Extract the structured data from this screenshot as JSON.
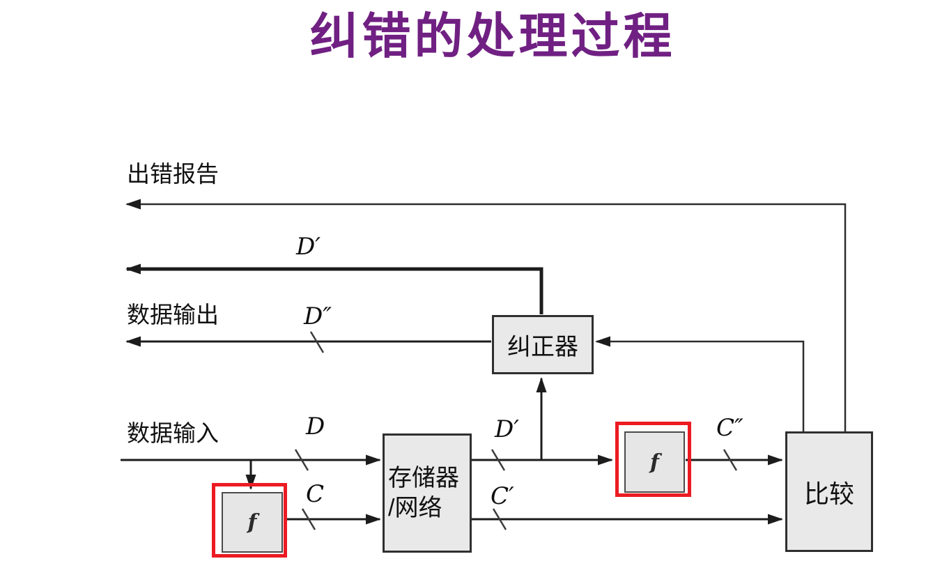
{
  "title": "纠错的处理过程",
  "colors": {
    "title": "#702082",
    "box_fill": "#e9e9e9",
    "box_border": "#2f2f2f",
    "red_frame": "#ec1b23",
    "line": "#1c1c1c"
  },
  "labels": {
    "error_report": "出错报告",
    "data_output": "数据输出",
    "data_input": "数据输入"
  },
  "boxes": {
    "corrector": {
      "label": "纠正器"
    },
    "memory": {
      "line1": "存储器",
      "line2": "/网络"
    },
    "compare": {
      "label": "比较"
    },
    "encoder_left": {
      "label": "f"
    },
    "encoder_right": {
      "label": "f"
    }
  },
  "bus": {
    "d_prime_top": "D′",
    "d_double_prime": "D″",
    "d": "D",
    "c": "C",
    "d_prime_mid": "D′",
    "c_prime": "C′",
    "c_double_prime": "C″"
  }
}
